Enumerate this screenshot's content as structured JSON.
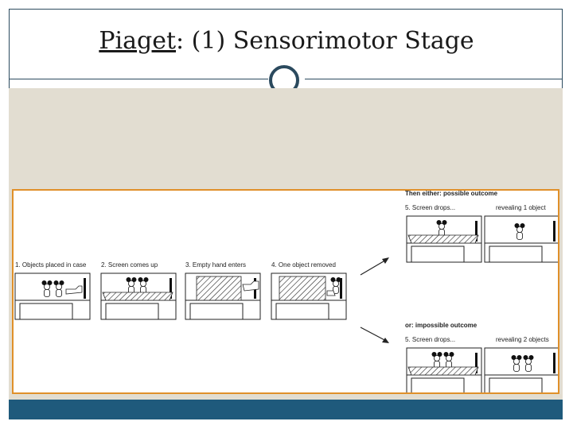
{
  "title": {
    "link_text": "Piaget",
    "rest": ": (1) Sensorimotor Stage"
  },
  "figure": {
    "steps": [
      "1. Objects placed in case",
      "2. Screen comes up",
      "3. Empty hand enters",
      "4. One object removed"
    ],
    "possible": {
      "heading": "Then either: possible outcome",
      "step5": "5. Screen drops...",
      "reveal": "revealing 1 object"
    },
    "impossible": {
      "heading": "or: impossible outcome",
      "step5": "5. Screen drops...",
      "reveal": "revealing 2 objects"
    }
  },
  "colors": {
    "accent_border": "#e0902a",
    "footer": "#1f5a7c",
    "backdrop": "#e2ddd1",
    "frame": "#2b4a5e"
  }
}
